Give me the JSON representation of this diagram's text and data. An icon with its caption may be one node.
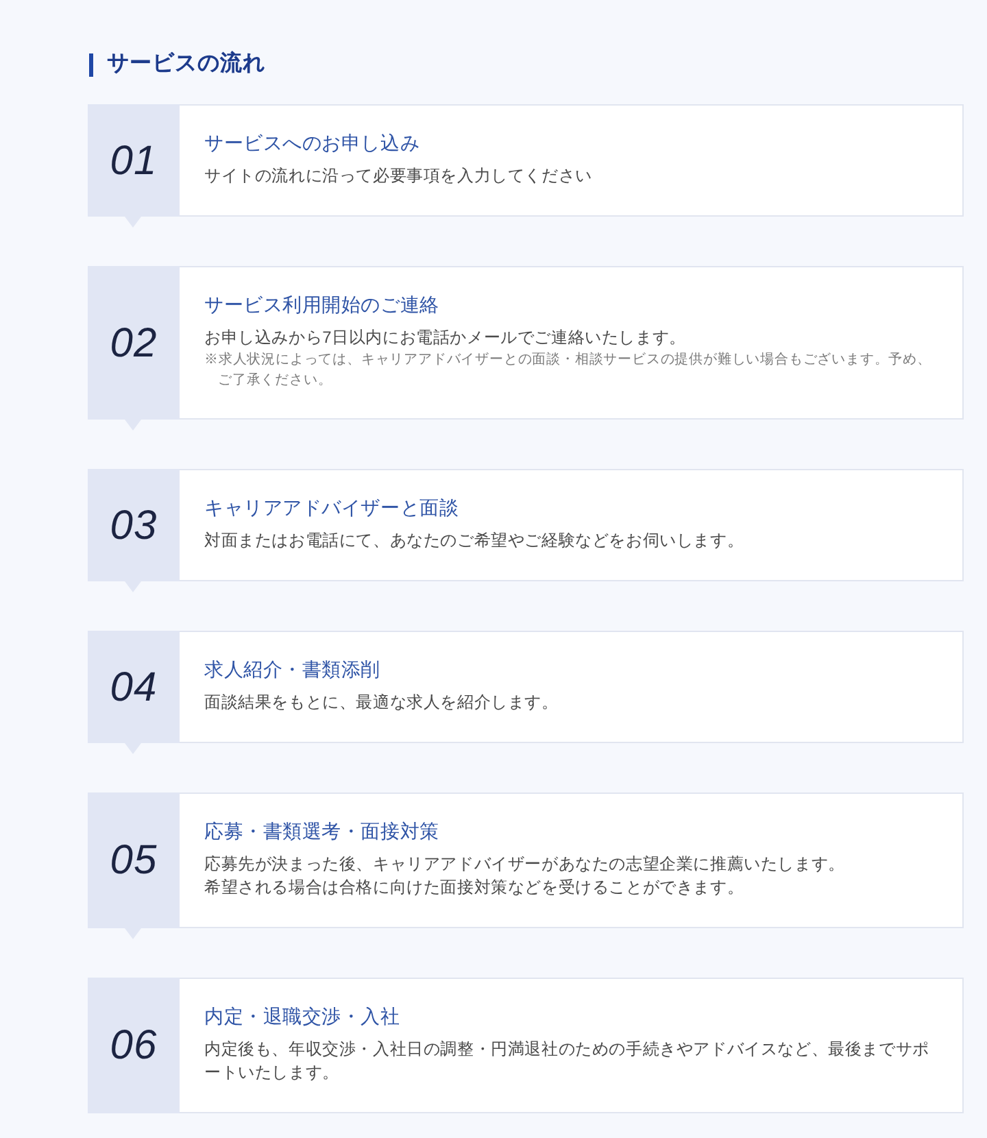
{
  "diagram": {
    "title": "サービスの流れ",
    "nodes": [
      {
        "text": [
          "01",
          "サービスへのお申し込み",
          "サイトの流れに沿って必要事項を入力してください"
        ]
      },
      {
        "text": [
          "02",
          "サービス利用開始のご連絡",
          "お申し込みから7日以内にお電話かメールでご連絡いたします。",
          "※求人状況によっては、キャリアアドバイザーとの面談・相談サービスの提供が難しい場合もございます。予め、ご了承ください。"
        ]
      },
      {
        "text": [
          "03",
          "キャリアアドバイザーと面談",
          "対面またはお電話にて、あなたのご希望やご経験などをお伺いします。"
        ]
      },
      {
        "text": [
          "04",
          "求人紹介・書類添削",
          "面談結果をもとに、最適な求人を紹介します。"
        ]
      },
      {
        "text": [
          "05",
          "応募・書類選考・面接対策",
          "応募先が決まった後、キャリアアドバイザーがあなたの志望企業に推薦いたします。希望される場合は合格に向けた面接対策などを受けることができます。"
        ]
      },
      {
        "text": [
          "06",
          "内定・退職交渉・入社",
          "内定後も、年収交渉・入社日の調整・円満退社のための手続きやアドバイスなど、最後までサポートいたします。"
        ]
      }
    ]
  }
}
